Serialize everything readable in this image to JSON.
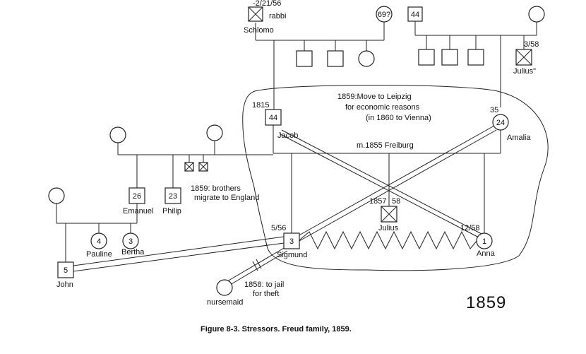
{
  "header": {
    "schlomo_date": "-2/21/56",
    "schlomo_role": "rabbi",
    "schlomo_name": "Schlomo",
    "grandmother_age": "69?",
    "maternal_grandfather_age": "44",
    "julius_uncle_date": "3/58",
    "julius_uncle_name": "Julius\""
  },
  "household": {
    "note": [
      "1859:Move to Leipzig",
      "for economic reasons",
      "(in 1860 to Vienna)"
    ],
    "marriage": "m.1855 Freiburg"
  },
  "people": {
    "jacob": {
      "name": "Jacob",
      "age": "44",
      "birth": "1815"
    },
    "amalia": {
      "name": "Amalia",
      "age": "24",
      "birth": "35"
    },
    "emanuel": {
      "name": "Emanuel",
      "age": "26"
    },
    "philip": {
      "name": "Philip",
      "age": "23"
    },
    "pauline": {
      "name": "Pauline",
      "age": "4"
    },
    "bertha": {
      "name": "Bertha",
      "age": "3"
    },
    "john": {
      "name": "John",
      "age": "5"
    },
    "sigmund": {
      "name": "Sigmund",
      "age": "3",
      "birth": "5/56"
    },
    "julius": {
      "name": "Julius",
      "birth": "1857",
      "death": "58"
    },
    "anna": {
      "name": "Anna",
      "age": "1",
      "birth": "12/58"
    },
    "nursemaid": {
      "name": "nursemaid"
    }
  },
  "notes": {
    "brothers": [
      "1859: brothers",
      "migrate to England"
    ],
    "jail": [
      "1858: to jail",
      "for theft"
    ]
  },
  "year": "1859",
  "caption": "Figure 8-3. Stressors. Freud family, 1859."
}
